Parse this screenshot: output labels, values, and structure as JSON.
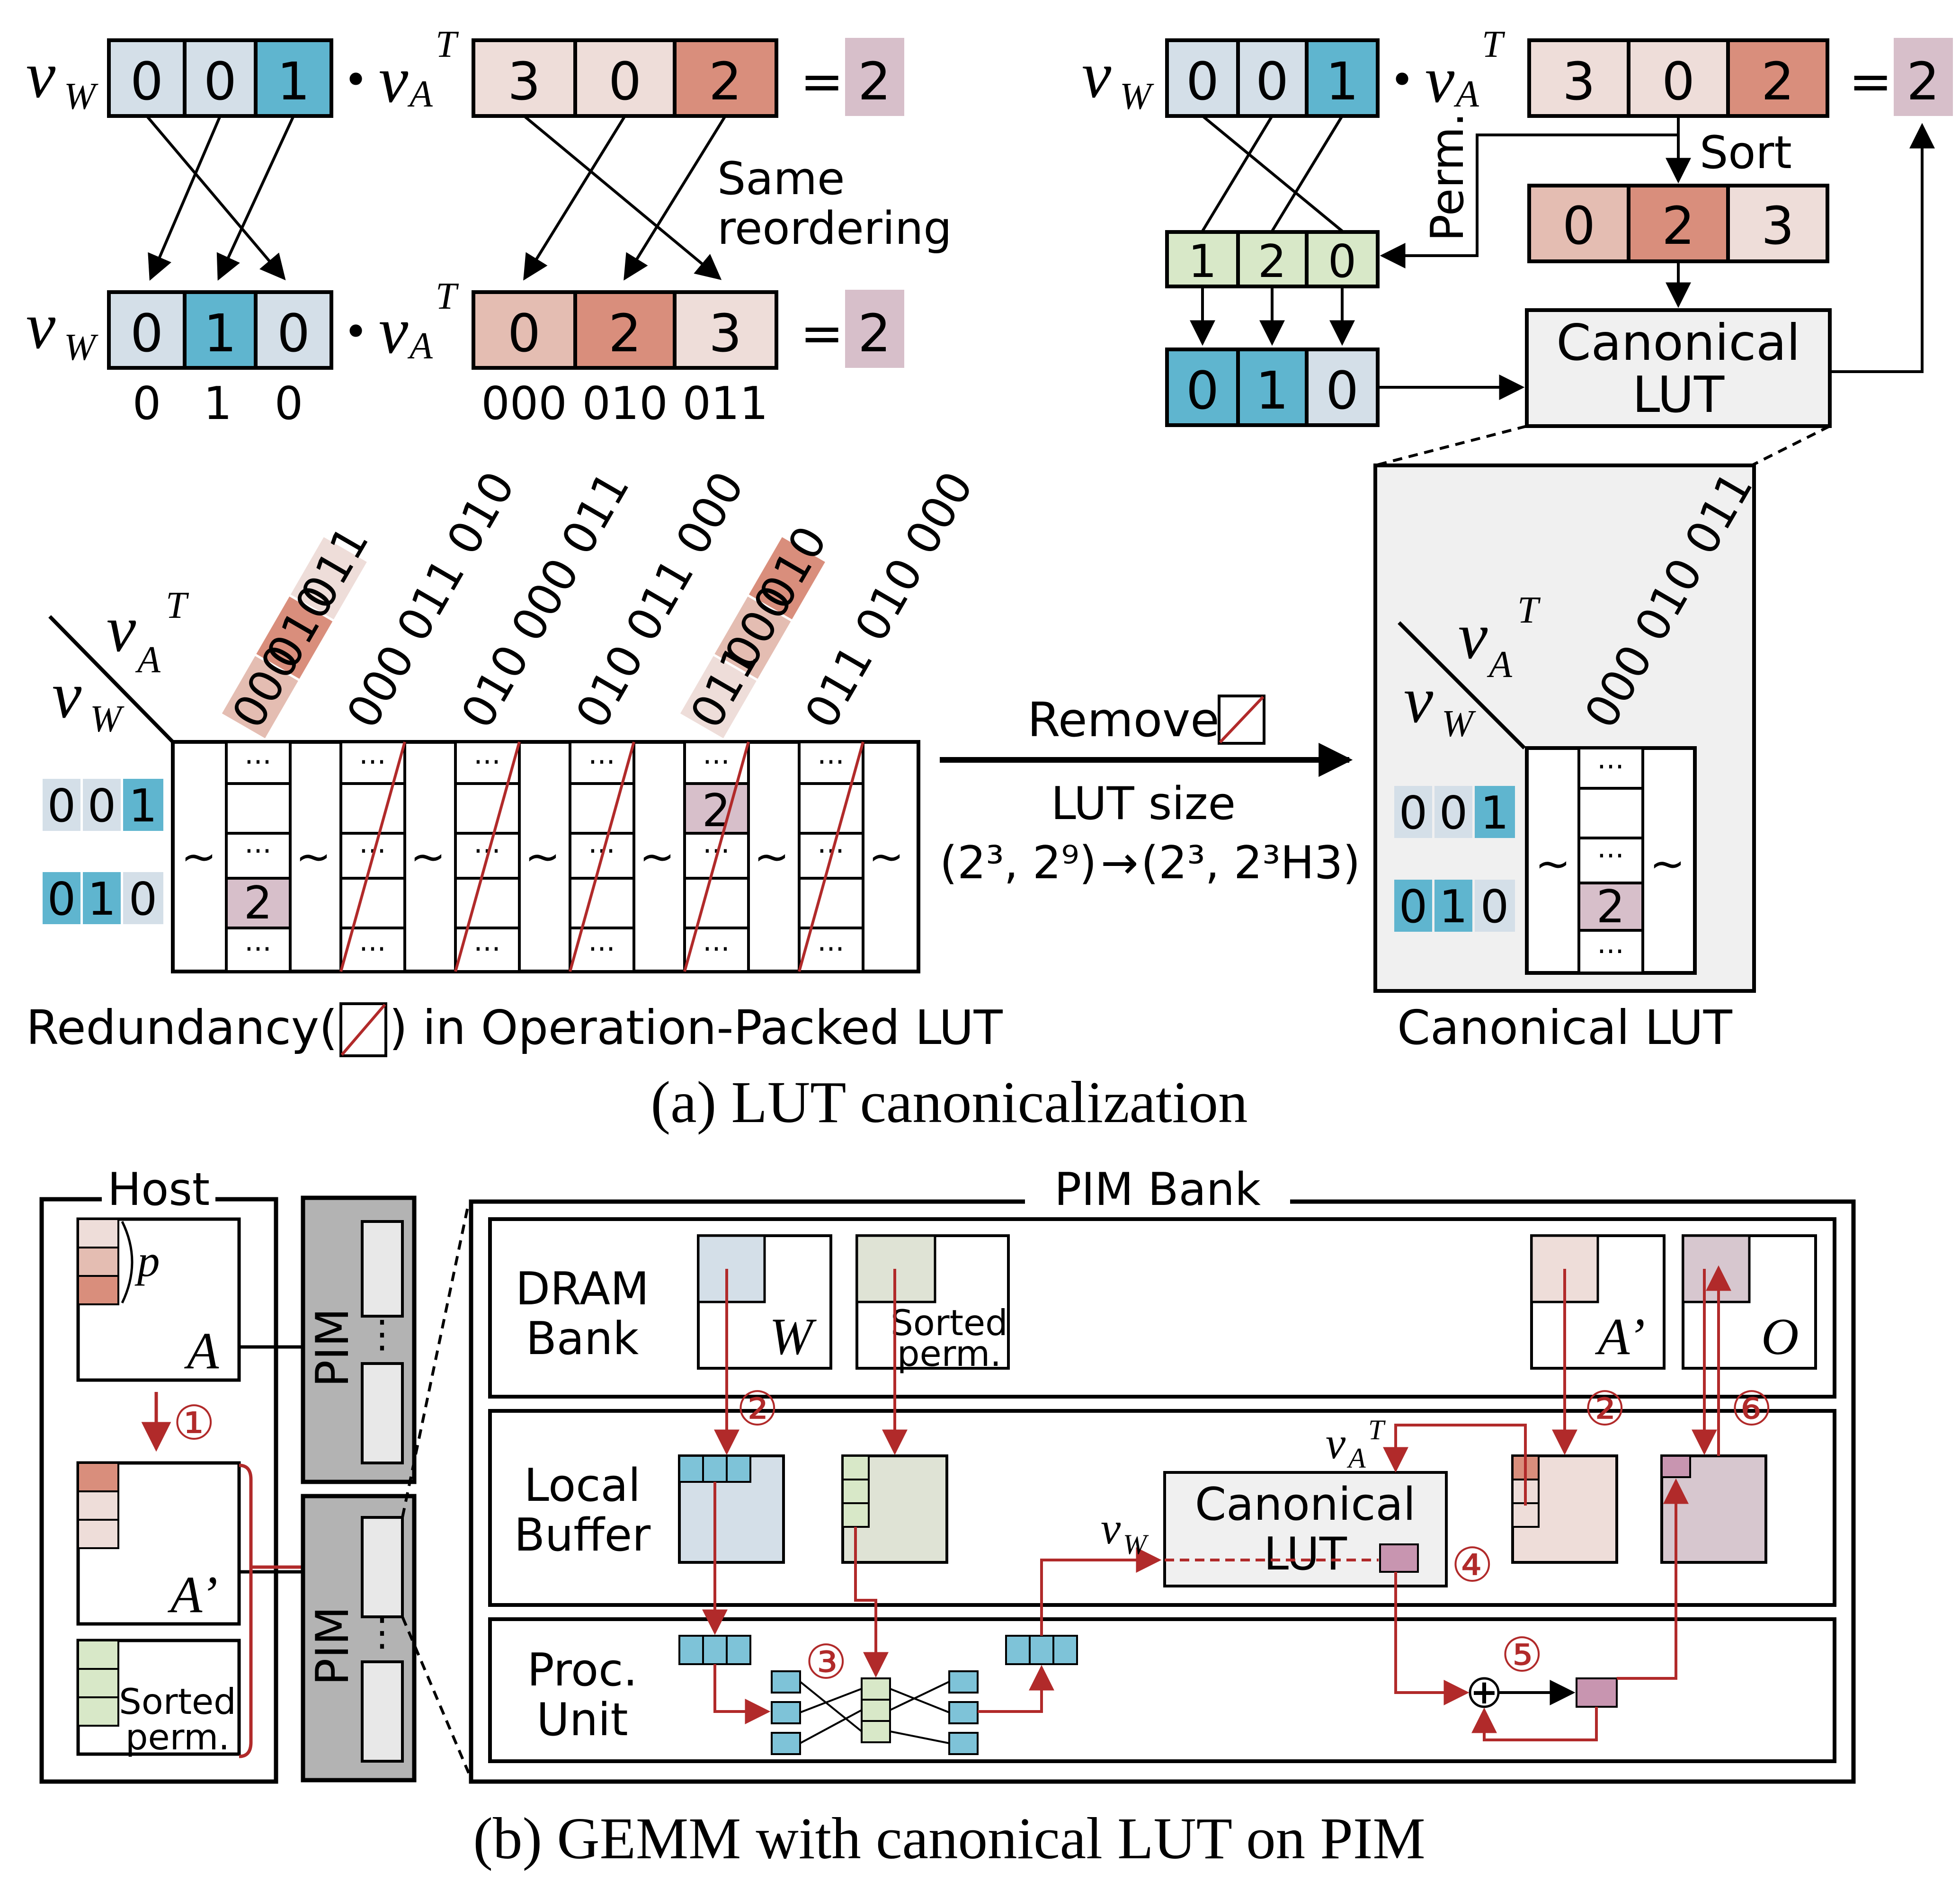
{
  "colors": {
    "w_light": "#d4dfe8",
    "w_dark": "#5fb5cf",
    "a_light": "#eeddd9",
    "a_mid": "#e4bdb2",
    "a_dark": "#d98e7c",
    "result": "#d7bfca",
    "perm_green": "#d8e8c8",
    "arrow_red": "#b12a2a",
    "lut_gray": "#f0f0f0",
    "pim_gray": "#b3b3b3"
  },
  "part_a": {
    "caption": "(a) LUT canonicalization",
    "left": {
      "vw_label": "v",
      "vw_sub": "W",
      "va_label": "v",
      "va_sub": "A",
      "va_sup": "T",
      "dot": "•",
      "equals": "=",
      "row1_w": [
        "0",
        "0",
        "1"
      ],
      "row1_a": [
        "3",
        "0",
        "2"
      ],
      "row1_result": "2",
      "row2_w": [
        "0",
        "1",
        "0"
      ],
      "row2_a": [
        "0",
        "2",
        "3"
      ],
      "row2_result": "2",
      "w_bits": [
        "0",
        "1",
        "0"
      ],
      "a_bits": [
        "000",
        "010",
        "011"
      ],
      "same_reordering": [
        "Same",
        "reordering"
      ]
    },
    "right": {
      "row1_w": [
        "0",
        "0",
        "1"
      ],
      "row1_a": [
        "3",
        "0",
        "2"
      ],
      "result": "2",
      "perm_label": "Perm.",
      "sort_label": "Sort",
      "perm_vec": [
        "1",
        "2",
        "0"
      ],
      "sorted_a": [
        "0",
        "2",
        "3"
      ],
      "permuted_w": [
        "0",
        "1",
        "0"
      ],
      "lut_label": [
        "Canonical",
        "LUT"
      ]
    },
    "table": {
      "col_headers": [
        "000 011 010",
        "010 000 011",
        "010 011 000",
        "011 010 000"
      ],
      "highlighted_header_1": [
        "000",
        "010",
        "011"
      ],
      "highlighted_header_2": [
        "011",
        "000",
        "010"
      ],
      "row_w1": [
        "0",
        "0",
        "1"
      ],
      "row_w2": [
        "0",
        "1",
        "0"
      ],
      "ellipsis": "···",
      "tilde": "~",
      "cell_value": "2",
      "caption_pre": "Redundancy(",
      "caption_post": ") in Operation-Packed LUT"
    },
    "transform": {
      "remove_label": "Remove",
      "lut_size_label": "LUT size",
      "lut_size_before": "(2³, 2⁹)",
      "lut_size_after": "(2³, 2³H3)",
      "arrow_glyph": "→"
    },
    "canonical": {
      "col_header": "000 010 011",
      "caption": "Canonical LUT"
    }
  },
  "part_b": {
    "caption": "(b) GEMM with canonical LUT on PIM",
    "host_label": "Host",
    "pim_label": "PIM",
    "pim_dots": "⋮",
    "matrix_a": "A",
    "matrix_a_prime": "A’",
    "p_label": "p",
    "sorted_perm": [
      "Sorted",
      "perm."
    ],
    "pim_bank_label": "PIM Bank",
    "dram_bank": [
      "DRAM",
      "Bank"
    ],
    "local_buffer": [
      "Local",
      "Buffer"
    ],
    "proc_unit": [
      "Proc.",
      "Unit"
    ],
    "w_label": "W",
    "o_label": "O",
    "canonical_lut": [
      "Canonical",
      "LUT"
    ],
    "plus": "+",
    "steps": [
      "①",
      "②",
      "②",
      "③",
      "④",
      "⑤",
      "⑥"
    ]
  }
}
